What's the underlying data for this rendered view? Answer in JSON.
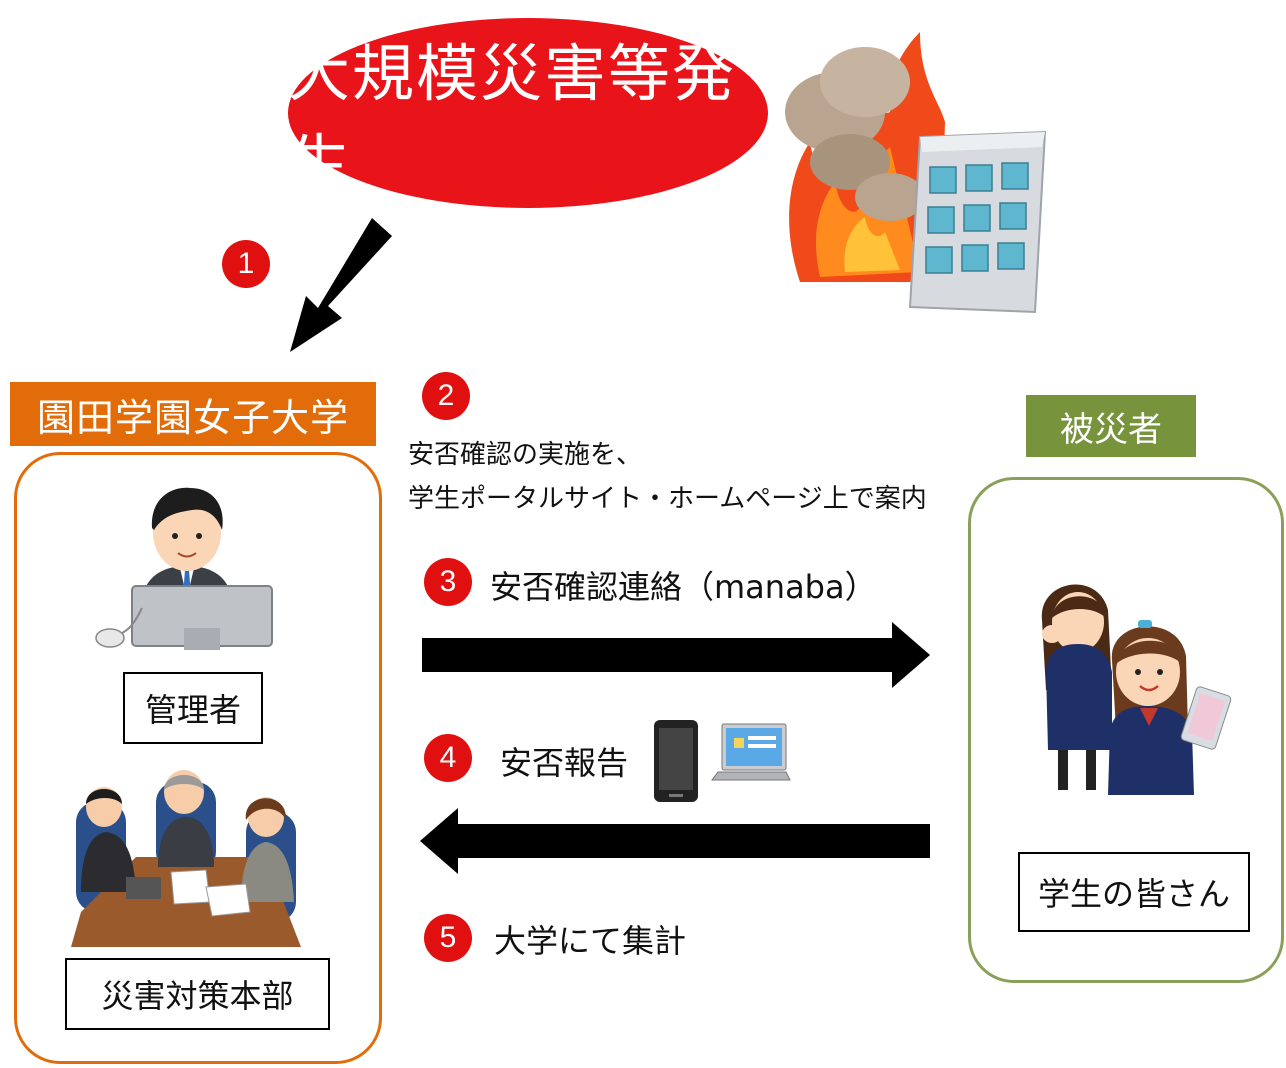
{
  "disaster": {
    "label": "大規模災害等発生"
  },
  "steps": [
    {
      "number": "1"
    },
    {
      "number": "2",
      "lines": [
        "安否確認の実施を、",
        "学生ポータルサイト・ホームページ上で案内"
      ]
    },
    {
      "number": "3",
      "text": "安否確認連絡（manaba）"
    },
    {
      "number": "4",
      "text": "安否報告"
    },
    {
      "number": "5",
      "text": "大学にて集計"
    }
  ],
  "university": {
    "header": "園田学園女子大学",
    "admin_label": "管理者",
    "hq_label": "災害対策本部"
  },
  "victims": {
    "header": "被災者",
    "students_label": "学生の皆さん"
  },
  "colors": {
    "red": "#e8141a",
    "orange": "#e36c0a",
    "green": "#77933c",
    "arrow": "#000000"
  },
  "icons": [
    "burning-building-icon",
    "office-worker-icon",
    "meeting-icon",
    "smartphone-icon",
    "laptop-icon",
    "students-icon"
  ]
}
